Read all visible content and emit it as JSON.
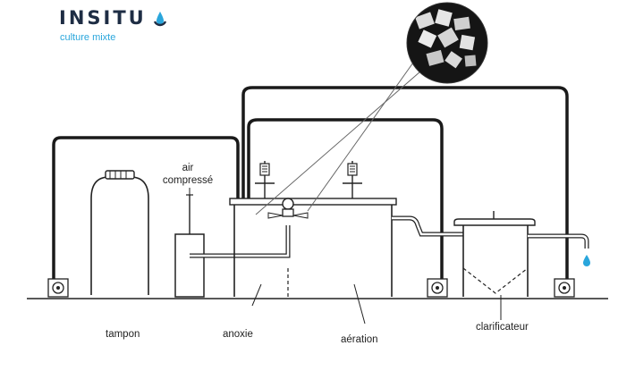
{
  "brand": {
    "name": "INSITU",
    "tagline": "culture mixte",
    "accent_color": "#2aa6dc",
    "logo_icon": "water-drop-icon"
  },
  "labels": {
    "air_line1": "air",
    "air_line2": "compressé",
    "tampon": "tampon",
    "anoxie": "anoxie",
    "aeration": "aération",
    "clarificateur": "clarificateur"
  }
}
